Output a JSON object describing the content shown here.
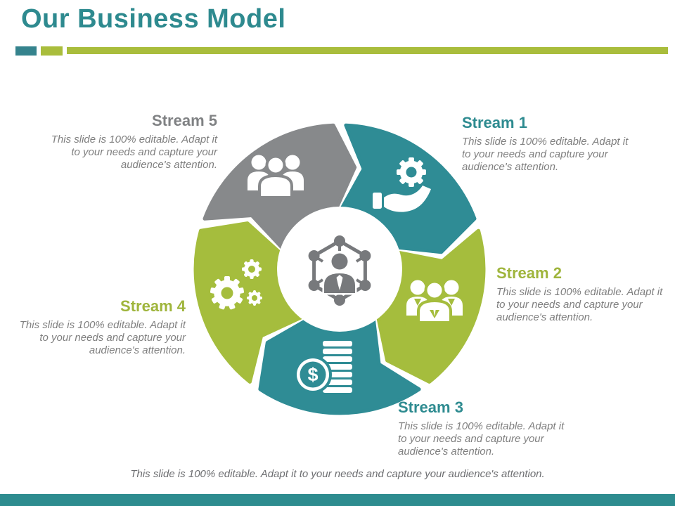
{
  "slide": {
    "title": "Our Business Model",
    "title_color": "#2E8A8F",
    "divider": {
      "teal_block": "#35838D",
      "green_block": "#A9BD3C",
      "bar": "#A9BD3C"
    },
    "footer_note": "This slide is 100% editable. Adapt it to your needs and capture your audience's attention.",
    "bottom_bar_color": "#2D8C8F"
  },
  "diagram": {
    "center_icon": "network-person-icon",
    "center_color": "#77797C",
    "streams": [
      {
        "id": "stream-1",
        "label": "Stream 1",
        "label_color": "#2E8B90",
        "color": "#2F8C95",
        "icon": "gear-hand-icon",
        "description": "This slide is 100% editable. Adapt it to your needs and capture your audience's attention."
      },
      {
        "id": "stream-2",
        "label": "Stream 2",
        "label_color": "#9FB53C",
        "color": "#A5BD3D",
        "icon": "team-icon",
        "description": "This slide is 100% editable. Adapt it to your needs and capture your audience's attention."
      },
      {
        "id": "stream-3",
        "label": "Stream 3",
        "label_color": "#2E8B90",
        "color": "#2F8C95",
        "icon": "money-coins-icon",
        "description": "This slide is 100% editable. Adapt it to your needs and capture your audience's attention."
      },
      {
        "id": "stream-4",
        "label": "Stream 4",
        "label_color": "#9FB53C",
        "color": "#A5BD3D",
        "icon": "gears-icon",
        "description": "This slide is 100% editable. Adapt it to your needs and capture your audience's attention."
      },
      {
        "id": "stream-5",
        "label": "Stream 5",
        "label_color": "#808284",
        "color": "#87898B",
        "icon": "group-people-icon",
        "description": "This slide is 100% editable. Adapt it to your needs and capture your audience's attention."
      }
    ]
  }
}
